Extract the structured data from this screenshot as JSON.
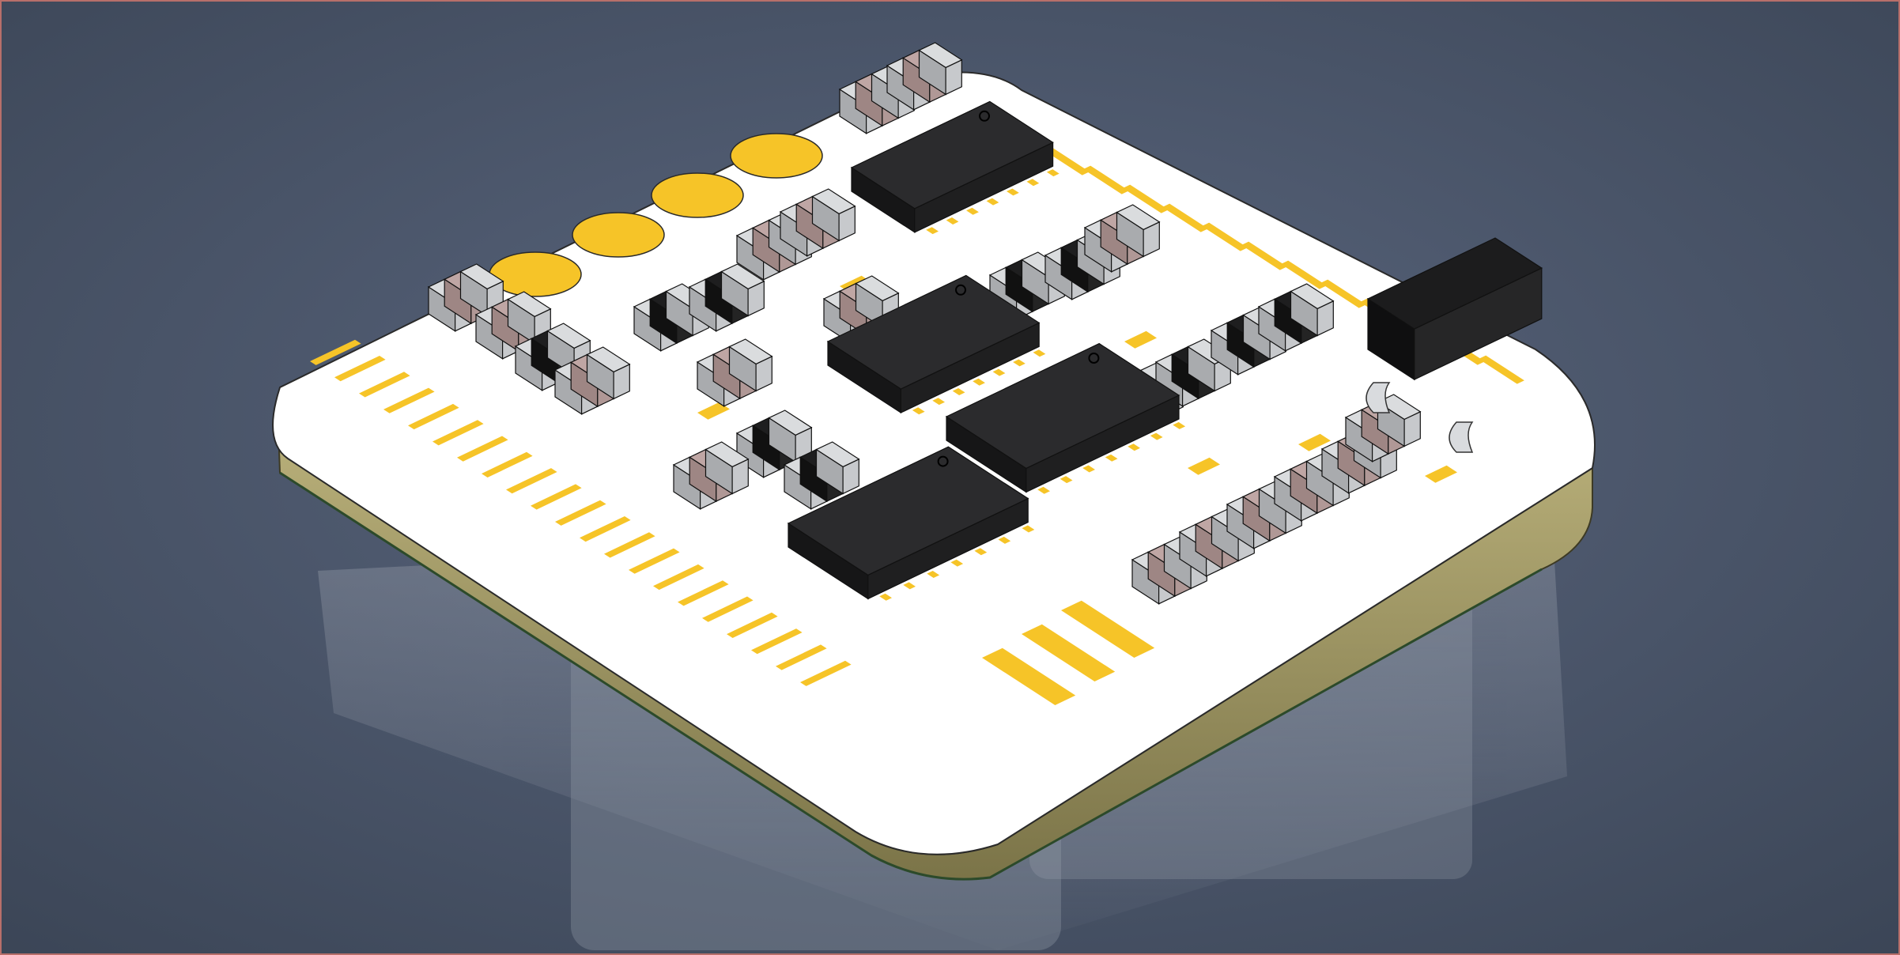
{
  "scene": {
    "subject": "pcb-assembly-3d-render",
    "colors": {
      "bg_center": "#56617a",
      "bg_edge": "#3b4556",
      "frame": "#b86f6a",
      "board_top": "#ffffff",
      "board_edge": "#a9a06b",
      "board_edge_dark": "#7b7448",
      "pad": "#f6c428",
      "ic_top": "#2b2b2d",
      "ic_side": "#161617",
      "cap_body": "#bfa6a4",
      "cap_end": "#dadcde",
      "resistor_body": "#1e1e1f",
      "reflection": "#9aa0ab"
    },
    "counts": {
      "left_edge_pads": 21,
      "right_edge_pads": 12,
      "large_ics": 4,
      "sot_packages": 1
    }
  }
}
